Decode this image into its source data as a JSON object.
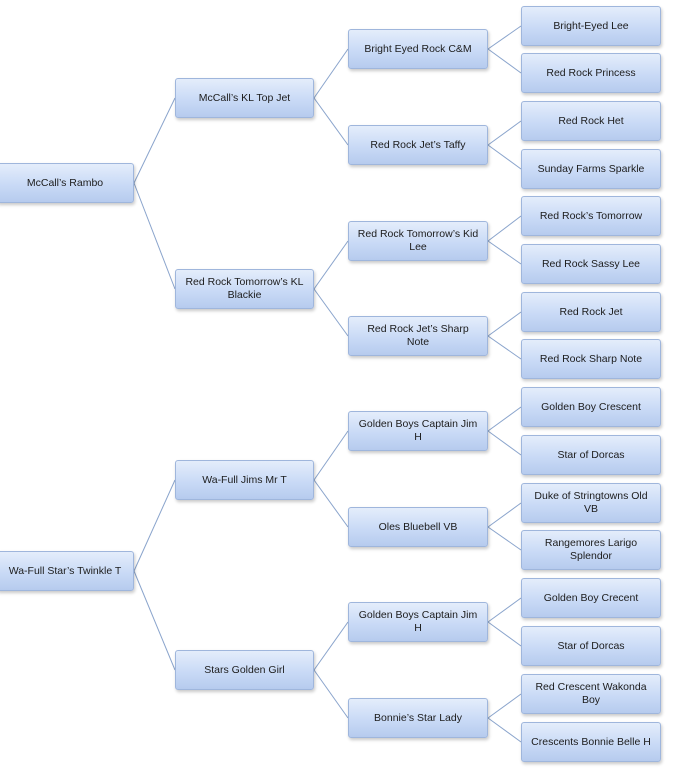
{
  "pedigrees": [
    {
      "name": "McCall’s Rambo",
      "sire": {
        "name": "McCall’s KL Top Jet",
        "sire": {
          "name": "Bright Eyed Rock C&M",
          "sire": "Bright-Eyed Lee",
          "dam": "Red Rock Princess"
        },
        "dam": {
          "name": "Red Rock Jet’s Taffy",
          "sire": "Red Rock Het",
          "dam": "Sunday Farms Sparkle"
        }
      },
      "dam": {
        "name": "Red Rock Tomorrow’s KL Blackie",
        "sire": {
          "name": "Red Rock Tomorrow’s Kid Lee",
          "sire": "Red Rock’s Tomorrow",
          "dam": "Red Rock Sassy Lee"
        },
        "dam": {
          "name": "Red Rock Jet’s Sharp Note",
          "sire": "Red Rock Jet",
          "dam": "Red Rock Sharp Note"
        }
      }
    },
    {
      "name": "Wa-Full Star’s Twinkle T",
      "sire": {
        "name": "Wa-Full Jims Mr T",
        "sire": {
          "name": "Golden Boys Captain Jim H",
          "sire": "Golden Boy Crescent",
          "dam": "Star of Dorcas"
        },
        "dam": {
          "name": "Oles Bluebell VB",
          "sire": "Duke of Stringtowns Old VB",
          "dam": "Rangemores Larigo Splendor"
        }
      },
      "dam": {
        "name": "Stars Golden Girl",
        "sire": {
          "name": "Golden Boys Captain Jim H",
          "sire": "Golden Boy Crecent",
          "dam": "Star of Dorcas"
        },
        "dam": {
          "name": "Bonnie’s Star Lady",
          "sire": "Red Crescent Wakonda Boy",
          "dam": "Crescents Bonnie Belle H"
        }
      }
    }
  ],
  "colors": {
    "node_top": "#e4edfb",
    "node_bottom": "#b6cbee",
    "node_border": "#9fb6dc",
    "connector": "#8aa4cc"
  }
}
